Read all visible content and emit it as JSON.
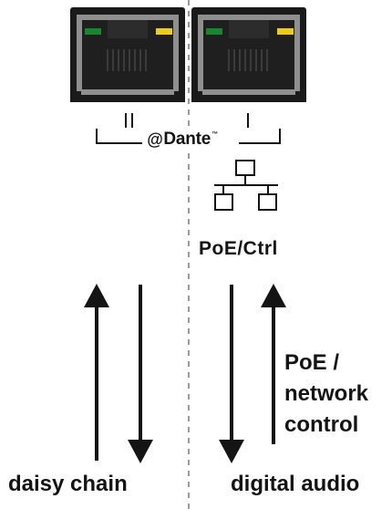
{
  "ports": {
    "port1_roman": "II",
    "port2_roman": "I",
    "brand_name": "Dante",
    "brand_tm": "™",
    "brand_mark_icon": "dante-logo-icon",
    "led_colors": {
      "green": "#128a2c",
      "yellow": "#f1cc12"
    }
  },
  "network": {
    "icon": "network-topology-icon",
    "label": "PoE/Ctrl"
  },
  "flows": {
    "poe_label_lines": [
      "PoE /",
      "network",
      "control"
    ],
    "daisy_chain_label": "daisy chain",
    "digital_audio_label": "digital audio"
  },
  "colors": {
    "ink": "#141414",
    "port_shell": "#1a1a1a",
    "port_frame": "#8f8f8f",
    "divider": "#9a9a9a"
  }
}
